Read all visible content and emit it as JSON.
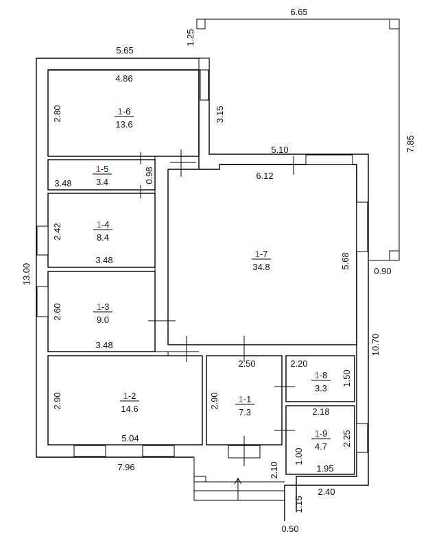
{
  "rooms": [
    {
      "id": "6",
      "prefix": "1",
      "area": "13.6"
    },
    {
      "id": "5",
      "prefix": "1",
      "area": "3.4"
    },
    {
      "id": "4",
      "prefix": "1",
      "area": "8.4"
    },
    {
      "id": "3",
      "prefix": "1",
      "area": "9.0"
    },
    {
      "id": "2",
      "prefix": "1",
      "area": "14.6"
    },
    {
      "id": "7",
      "prefix": "1",
      "area": "34.8"
    },
    {
      "id": "1",
      "prefix": "1",
      "area": "7.3"
    },
    {
      "id": "8",
      "prefix": "1",
      "area": "3.3"
    },
    {
      "id": "9",
      "prefix": "1",
      "area": "4.7"
    }
  ],
  "dimensions": {
    "top_terrace": "6.65",
    "terrace_left": "1.25",
    "terrace_right": "7.85",
    "terrace_bottom": "0.90",
    "top_house": "5.65",
    "r6_width": "4.86",
    "r6_height": "2.80",
    "r6_right": "3.15",
    "r5_width": "3.48",
    "r5_height": "0.98",
    "r4_height": "2.42",
    "r4_width": "3.48",
    "r3_height": "2.60",
    "r3_width": "3.48",
    "total_height": "13.00",
    "r7_top_outer": "5.10",
    "r7_top_inner": "6.12",
    "r7_height": "5.68",
    "right_total": "10.70",
    "r1_width": "2.50",
    "r8_width": "2.20",
    "r8_height": "1.50",
    "r9_width": "2.18",
    "r9_height": "2.25",
    "r2_height": "2.90",
    "r2_width": "5.04",
    "r1_height": "2.90",
    "bottom_total": "7.96",
    "porch_height": "2.10",
    "step_height": "1.00",
    "r9_bottom": "1.95",
    "ext_width": "2.40",
    "ext_height": "1.15",
    "ext_small": "0.50"
  }
}
